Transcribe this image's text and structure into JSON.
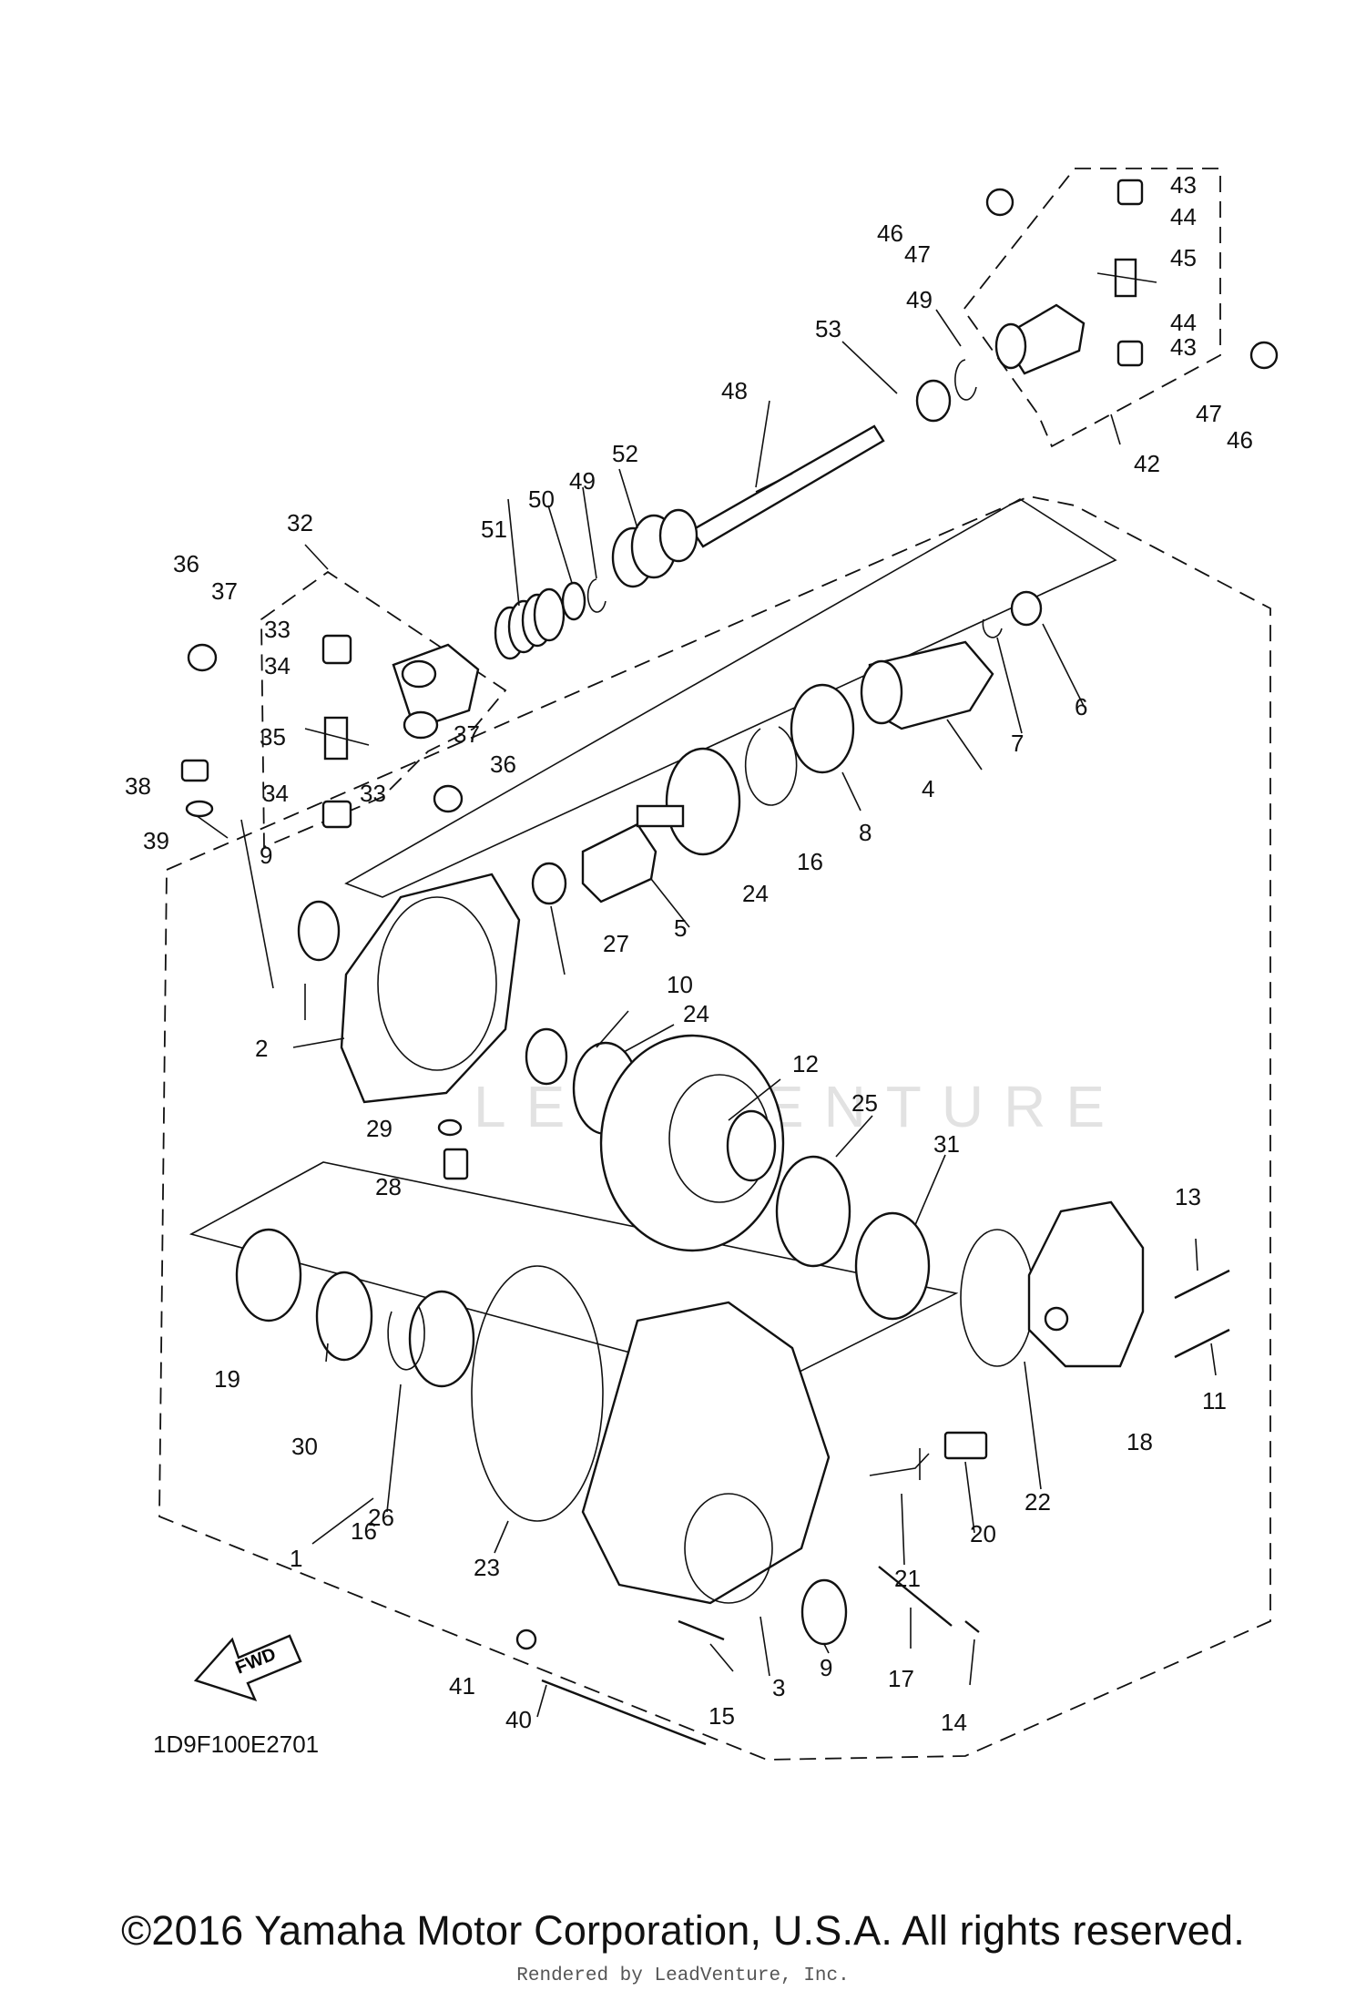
{
  "diagram": {
    "code": "1D9F100E2701",
    "fwd_label": "FWD",
    "watermark": "LEADVENTURE",
    "callouts": [
      "1",
      "2",
      "3",
      "4",
      "5",
      "6",
      "7",
      "8",
      "9",
      "9",
      "10",
      "11",
      "12",
      "13",
      "14",
      "15",
      "16",
      "16",
      "17",
      "18",
      "19",
      "20",
      "21",
      "22",
      "23",
      "24",
      "24",
      "25",
      "26",
      "27",
      "28",
      "29",
      "30",
      "31",
      "32",
      "33",
      "33",
      "34",
      "34",
      "35",
      "36",
      "36",
      "37",
      "37",
      "38",
      "39",
      "40",
      "41",
      "42",
      "43",
      "43",
      "44",
      "44",
      "45",
      "46",
      "46",
      "47",
      "47",
      "48",
      "49",
      "49",
      "50",
      "51",
      "52",
      "53"
    ]
  },
  "footer": {
    "copyright": "©2016 Yamaha Motor Corporation, U.S.A. All rights reserved.",
    "rendered_by": "Rendered by LeadVenture, Inc."
  }
}
